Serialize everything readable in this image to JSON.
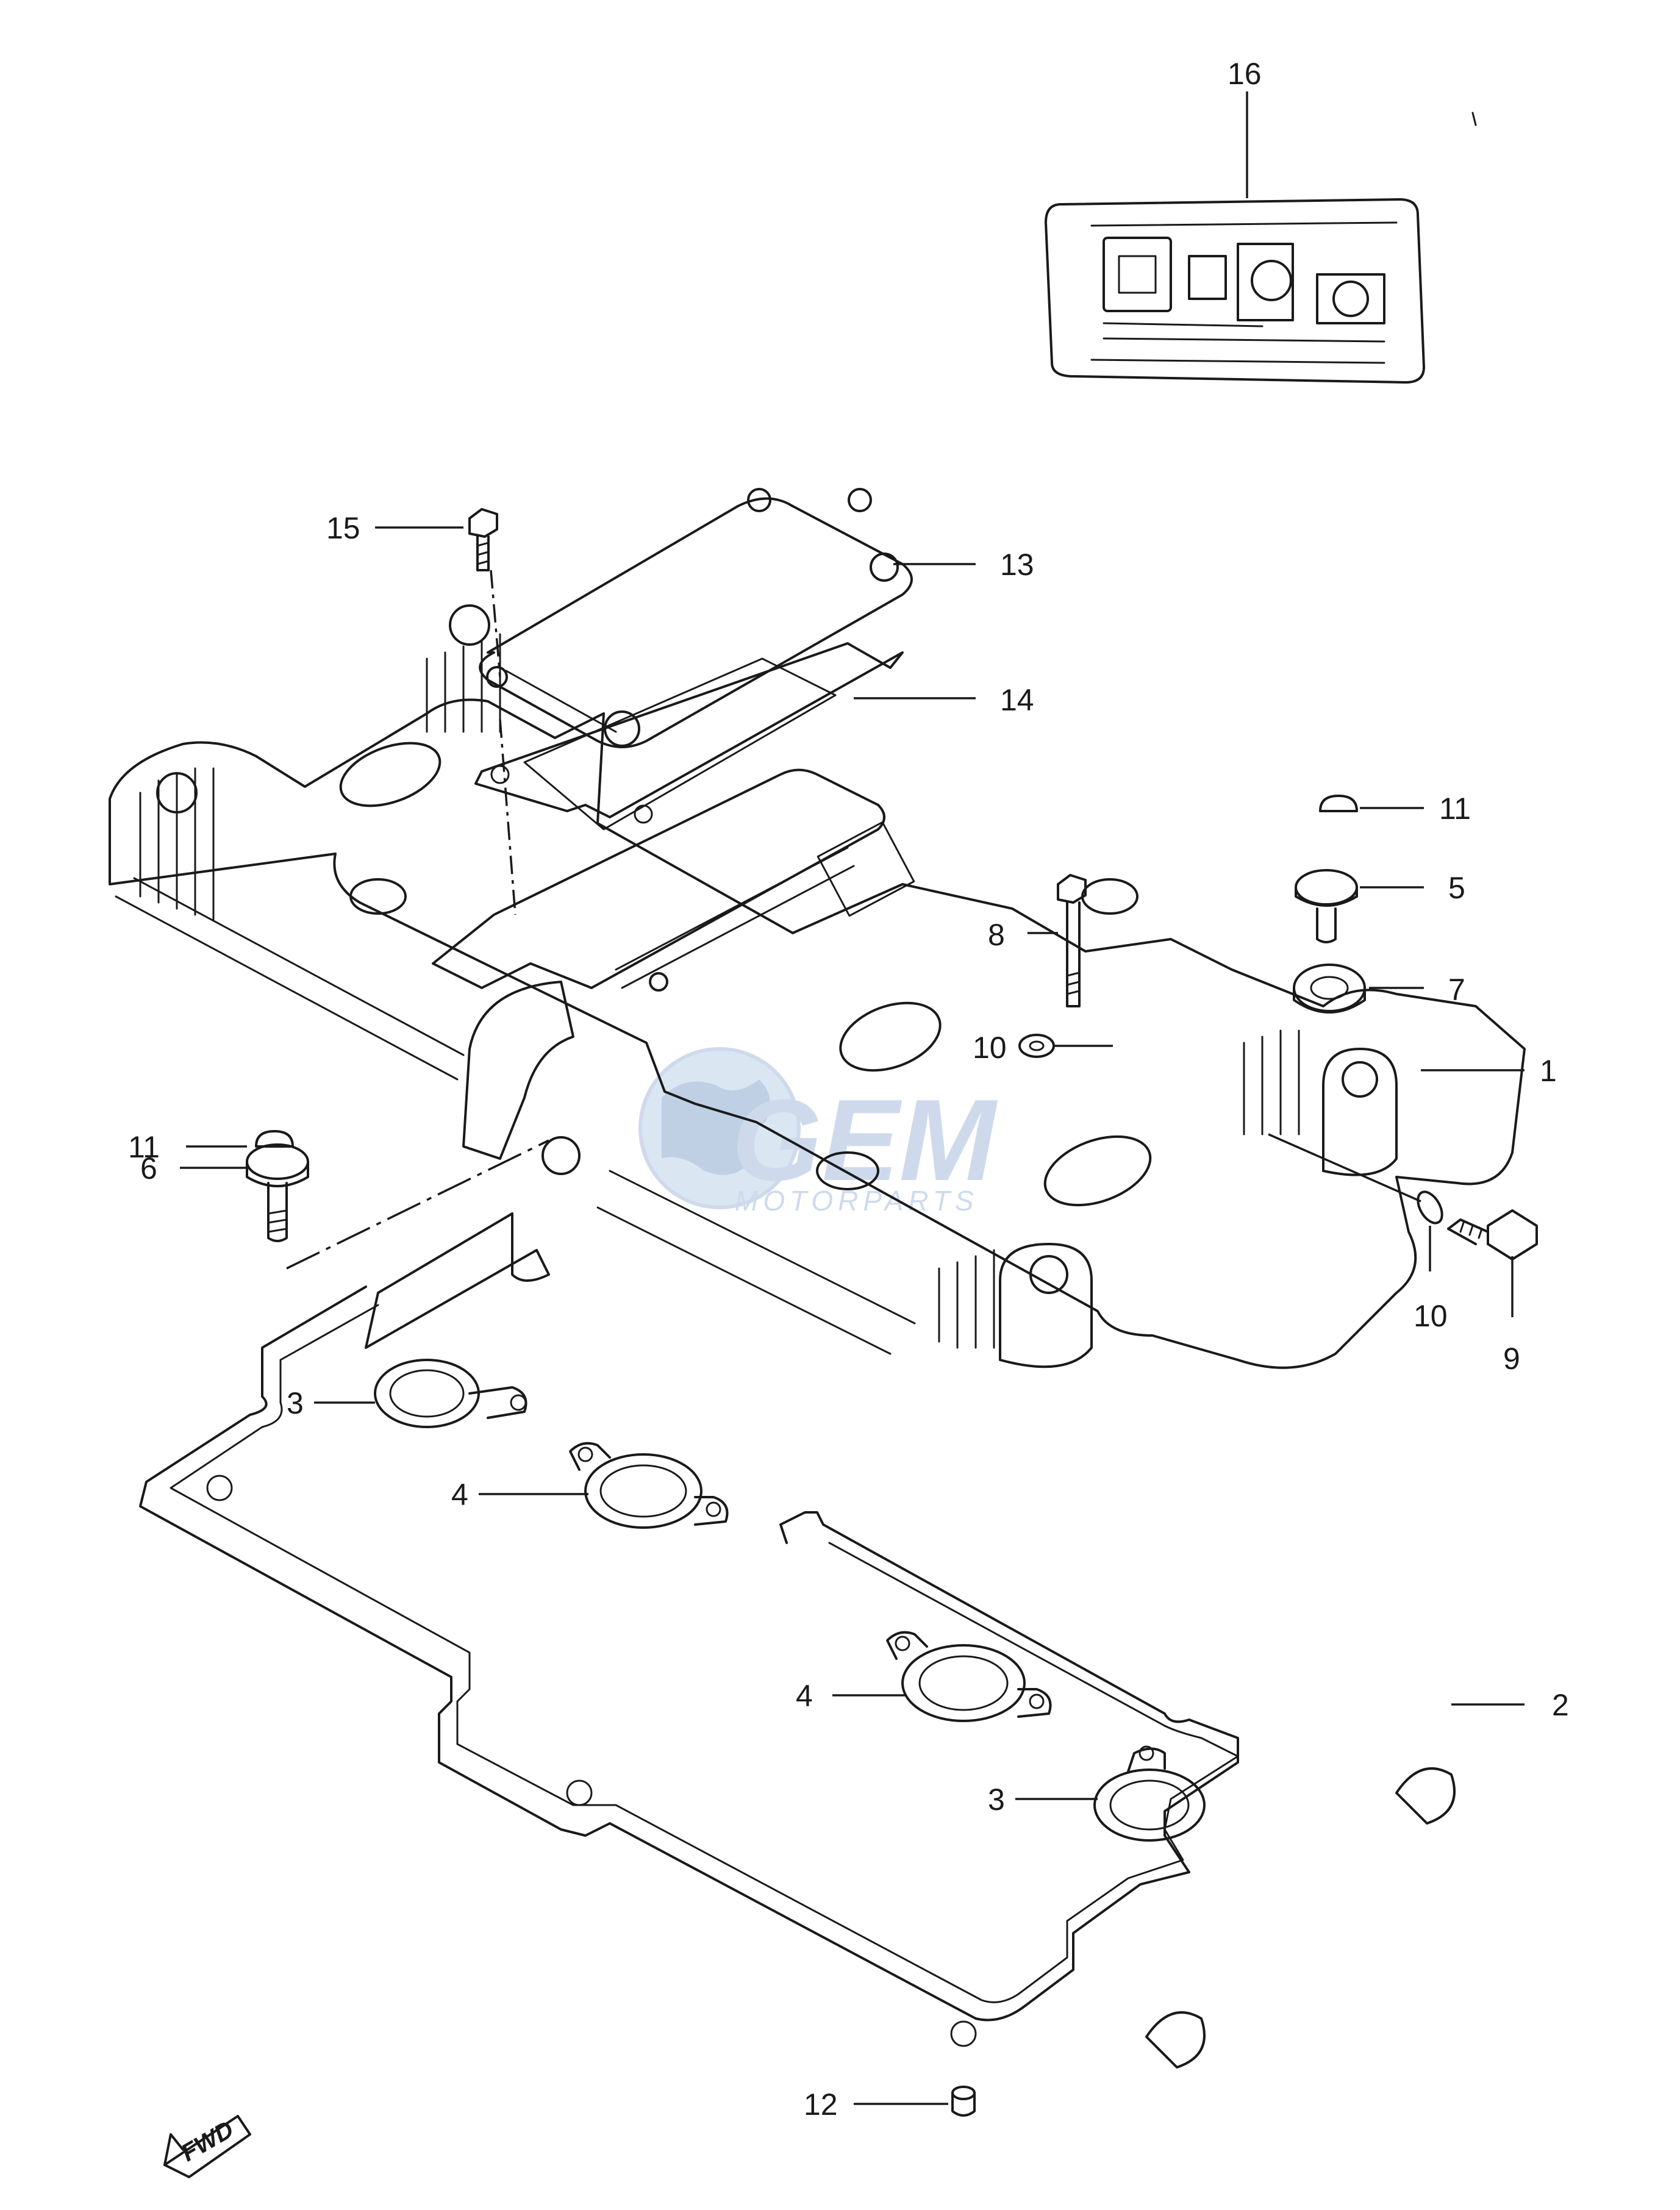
{
  "callouts": [
    {
      "id": "c16",
      "label": "16"
    },
    {
      "id": "c15",
      "label": "15"
    },
    {
      "id": "c13",
      "label": "13"
    },
    {
      "id": "c14",
      "label": "14"
    },
    {
      "id": "c11a",
      "label": "11"
    },
    {
      "id": "c5",
      "label": "5"
    },
    {
      "id": "c8",
      "label": "8"
    },
    {
      "id": "c7",
      "label": "7"
    },
    {
      "id": "c10a",
      "label": "10"
    },
    {
      "id": "c1",
      "label": "1"
    },
    {
      "id": "c11b",
      "label": "11"
    },
    {
      "id": "c6",
      "label": "6"
    },
    {
      "id": "c10b",
      "label": "10"
    },
    {
      "id": "c9",
      "label": "9"
    },
    {
      "id": "c3a",
      "label": "3"
    },
    {
      "id": "c4a",
      "label": "4"
    },
    {
      "id": "c4b",
      "label": "4"
    },
    {
      "id": "c2",
      "label": "2"
    },
    {
      "id": "c3b",
      "label": "3"
    },
    {
      "id": "c12",
      "label": "12"
    }
  ],
  "watermark": {
    "brand": "GEM",
    "sub": "MOTORPARTS"
  },
  "fwd_label": "FWD",
  "colors": {
    "ink": "#1a1a1a",
    "watermark": "#c9d7ea",
    "background": "#ffffff"
  }
}
